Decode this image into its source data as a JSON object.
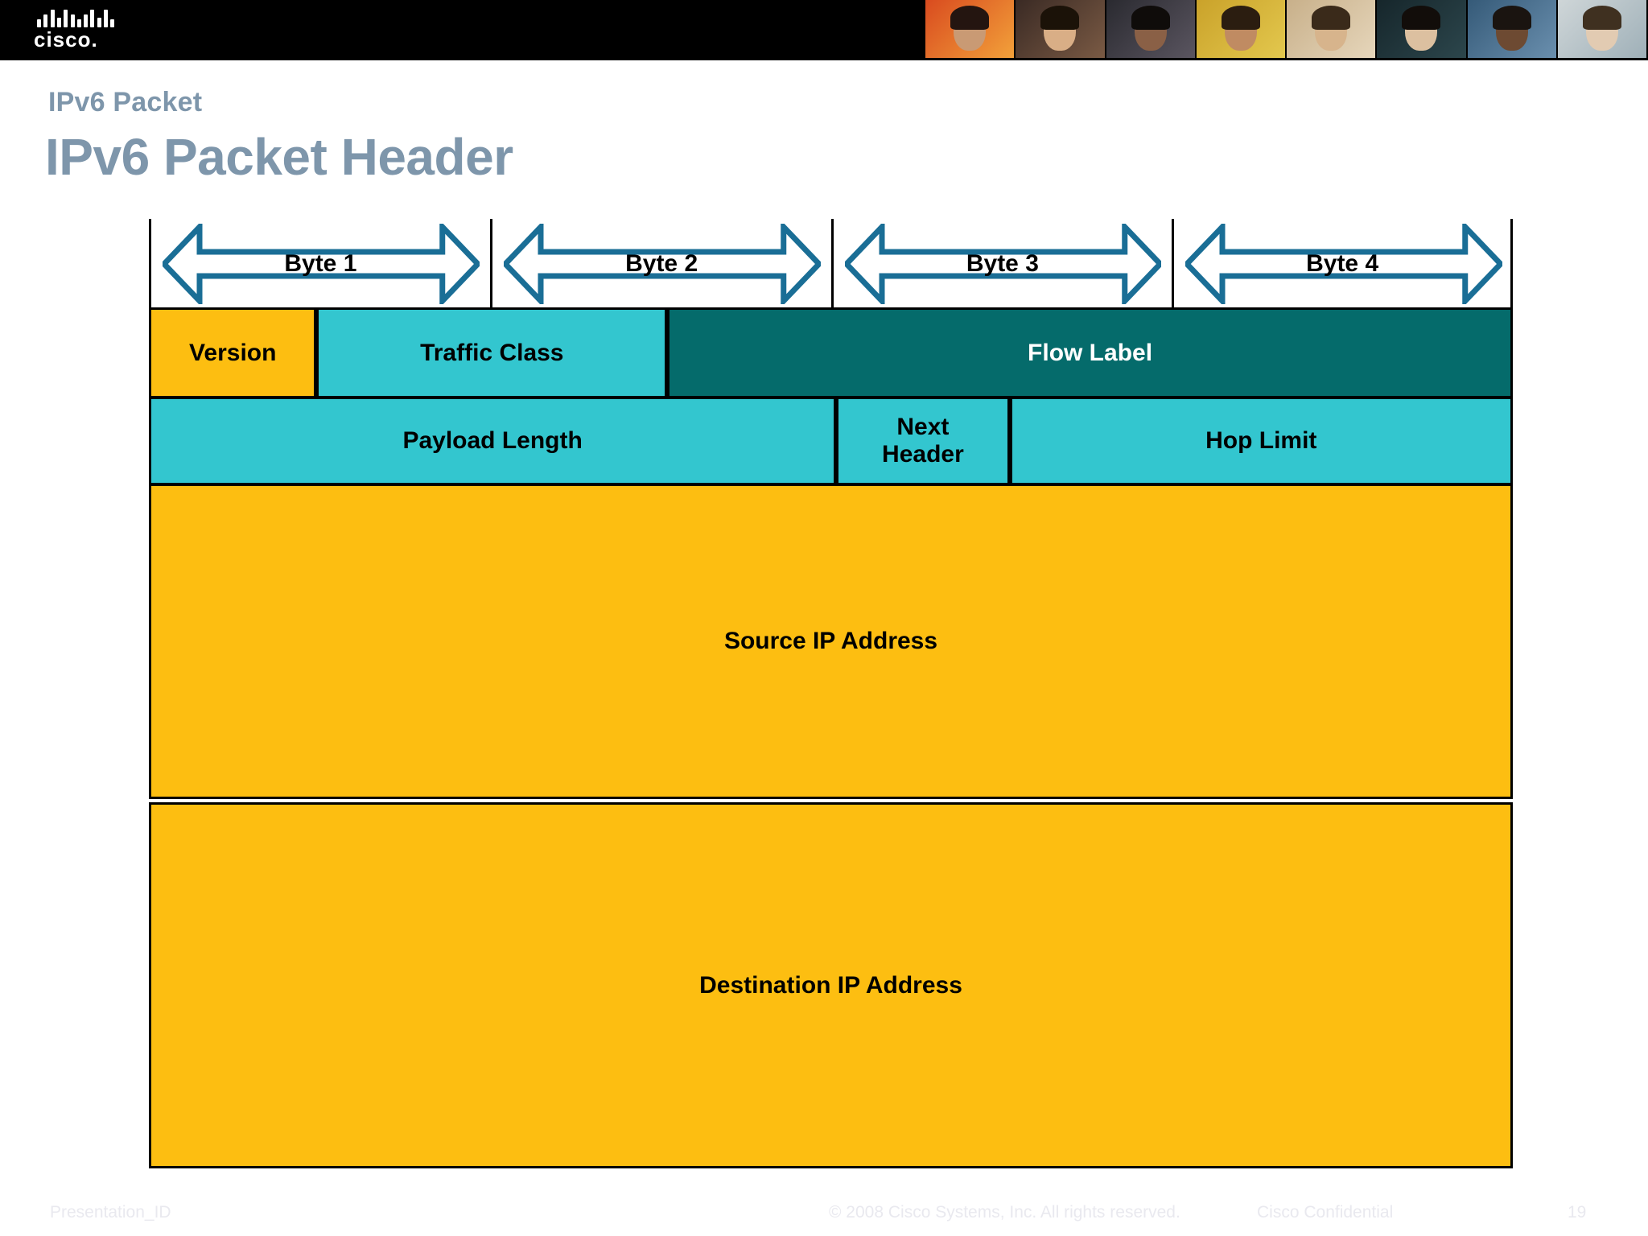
{
  "banner": {
    "logo_name": "cisco-logo",
    "logo_text": "cisco.",
    "photo_strip_name": "people-photo-strip",
    "photo_count": 8
  },
  "slide": {
    "kicker": "IPv6 Packet",
    "title": "IPv6 Packet Header"
  },
  "colors": {
    "title": "#7e96ab",
    "version_yellow": "#FDBE11",
    "cyan": "#33C6CF",
    "dark_teal": "#056B6B",
    "arrow_stroke": "#1A6E96",
    "banner_black": "#000000",
    "footer_text": "#e9e9ef"
  },
  "diagram": {
    "name": "ipv6-packet-header-diagram",
    "byte_ruler": [
      {
        "label": "Byte 1",
        "bits": 8
      },
      {
        "label": "Byte 2",
        "bits": 8
      },
      {
        "label": "Byte 3",
        "bits": 8
      },
      {
        "label": "Byte 4",
        "bits": 8
      }
    ],
    "rows": [
      {
        "name": "row-version-traffic-flow",
        "fields": [
          {
            "label": "Version",
            "color": "#FDBE11",
            "width_pct": 12.3,
            "text_color": "#000000"
          },
          {
            "label": "Traffic Class",
            "color": "#33C6CF",
            "width_pct": 25.7,
            "text_color": "#000000"
          },
          {
            "label": "Flow Label",
            "color": "#056B6B",
            "width_pct": 62.0,
            "text_color": "#ffffff"
          }
        ]
      },
      {
        "name": "row-payload-next-hop",
        "fields": [
          {
            "label": "Payload Length",
            "color": "#33C6CF",
            "width_pct": 50.4,
            "text_color": "#000000"
          },
          {
            "label": "Next\nHeader",
            "color": "#33C6CF",
            "width_pct": 12.7,
            "text_color": "#000000"
          },
          {
            "label": "Hop Limit",
            "color": "#33C6CF",
            "width_pct": 36.9,
            "text_color": "#000000"
          }
        ]
      },
      {
        "name": "row-source-address",
        "fields": [
          {
            "label": "Source IP Address",
            "color": "#FDBE11",
            "width_pct": 100,
            "text_color": "#000000"
          }
        ]
      },
      {
        "name": "row-destination-address",
        "fields": [
          {
            "label": "Destination IP Address",
            "color": "#FDBE11",
            "width_pct": 100,
            "text_color": "#000000"
          }
        ]
      }
    ]
  },
  "footer": {
    "presentation_id": "Presentation_ID",
    "copyright": "© 2008 Cisco Systems, Inc. All rights reserved.",
    "confidential": "Cisco Confidential",
    "page_number": "19"
  }
}
